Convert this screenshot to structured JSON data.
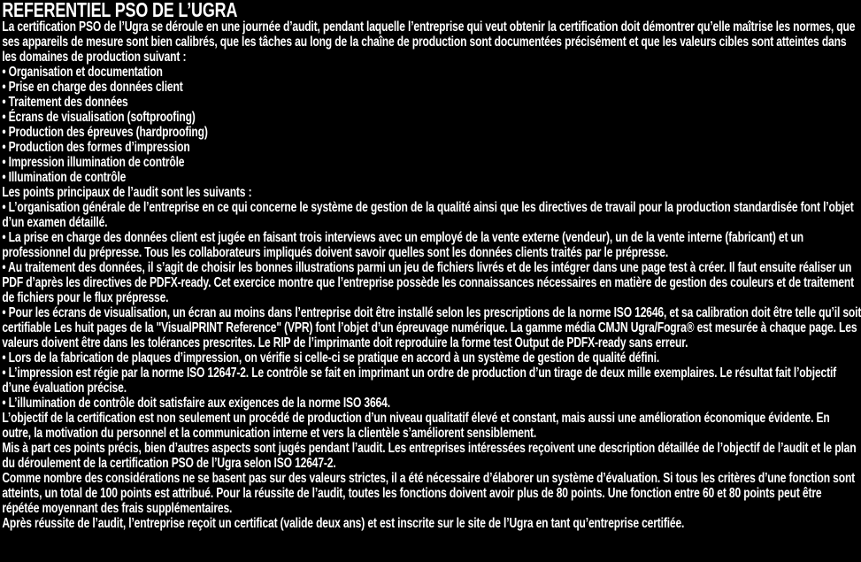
{
  "page": {
    "background_color": "#000000",
    "text_color": "#ffffff"
  },
  "document": {
    "title": "REFERENTIEL PSO DE L’UGRA",
    "paragraphs": [
      {
        "text": "La certification PSO de l’Ugra se déroule en une journée d’audit, pendant laquelle l’entreprise qui veut obtenir la certification doit démontrer qu’elle maîtrise les normes, que ses appareils de mesure sont bien calibrés, que les tâches au long de la chaîne de production sont documentées précisément et que les valeurs cibles sont atteintes dans les domaines de production suivant :"
      },
      {
        "text": "• Organisation et documentation"
      },
      {
        "text": "• Prise en charge des données client"
      },
      {
        "text": "• Traitement des données"
      },
      {
        "text": "• Écrans de visualisation (softproofing)"
      },
      {
        "text": "• Production des épreuves (hardproofing)"
      },
      {
        "text": "• Production des formes d’impression"
      },
      {
        "text": "• Impression illumination de contrôle"
      },
      {
        "text": "• Illumination de contrôle"
      },
      {
        "text": "Les points principaux de l’audit sont les suivants :"
      },
      {
        "text": "• L’organisation générale de l’entreprise en ce qui concerne le système de gestion de la qualité ainsi que les directives de travail pour la production standardisée font l’objet d’un examen détaillé."
      },
      {
        "text": "• La prise en charge des données client est jugée en faisant trois interviews avec un employé de la vente externe (vendeur), un de la vente interne (fabricant) et un professionnel du prépresse. Tous les collaborateurs impliqués doivent savoir quelles sont les données clients traités par le prépresse."
      },
      {
        "text": "• Au traitement des données, il s’agit de choisir les bonnes illustrations parmi un jeu de fichiers livrés et de les intégrer dans une page test à créer. Il faut ensuite réaliser un PDF d’après les directives de PDFX-ready. Cet exercice montre que l’entreprise possède les connaissances nécessaires en matière de gestion des couleurs et de traitement de fichiers pour le flux prépresse."
      },
      {
        "text": "• Pour les écrans de visualisation, un écran au moins dans l’entreprise doit être installé selon les prescriptions de la norme ISO 12646, et sa calibration doit être telle qu’il soit certifiable Les huit pages de la \"VisualPRINT Reference\" (VPR) font l’objet d’un épreuvage numérique. La gamme média CMJN Ugra/Fogra® est mesurée à chaque page. Les valeurs doivent être dans les tolérances prescrites. Le RIP de l’imprimante doit reproduire la forme test Output de PDFX-ready sans erreur."
      },
      {
        "text": "• Lors de la fabrication de plaques d’impression, on vérifie si celle-ci se pratique en accord à un système de gestion de qualité défini."
      },
      {
        "text": "• L’impression est régie par la norme ISO 12647-2. Le contrôle se fait en imprimant un ordre de production d’un tirage de deux mille exemplaires. Le résultat fait l’objectif d’une évaluation précise."
      },
      {
        "text": "• L’illumination de contrôle doit satisfaire aux exigences de la norme ISO 3664."
      },
      {
        "text": "L’objectif de la certification est non seulement un procédé de production d’un niveau qualitatif élevé et constant, mais aussi une amélioration économique évidente. En outre, la motivation du personnel et la communication interne et vers la clientèle s’améliorent sensiblement."
      },
      {
        "text": "Mis à part ces points précis, bien d’autres aspects sont jugés pendant l’audit. Les entreprises intéressées reçoivent une description détaillée de l’objectif de l’audit et le plan du déroulement de la certification PSO de l’Ugra selon ISO 12647-2."
      },
      {
        "text": "Comme nombre des considérations ne se basent pas sur des valeurs strictes, il a été nécessaire d’élaborer un système d’évaluation. Si tous les critères d’une fonction sont atteints, un total de 100 points est attribué. Pour la réussite de l’audit, toutes les fonctions doivent avoir plus de 80 points. Une fonction entre 60 et 80 points peut être répétée moyennant des frais supplémentaires."
      },
      {
        "text": "Après réussite de l’audit, l’entreprise reçoit un certificat (valide deux ans) et est inscrite sur le site de l’Ugra en tant qu’entreprise certifiée."
      }
    ]
  }
}
